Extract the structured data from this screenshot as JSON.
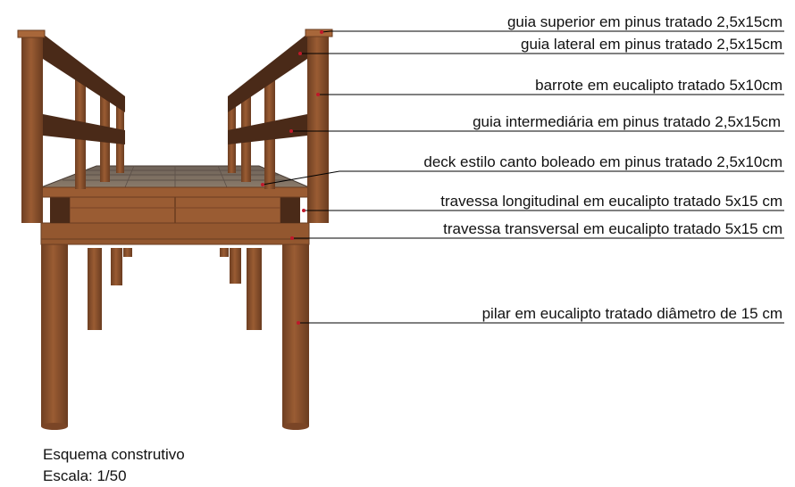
{
  "labels": [
    "guia superior em pinus tratado 2,5x15cm",
    "guia lateral em pinus tratado 2,5x15cm",
    "barrote em eucalipto tratado 5x10cm",
    "guia intermediária em pinus tratado 2,5x15cm",
    "deck estilo canto boleado em pinus tratado 2,5x10cm",
    "travessa longitudinal em eucalipto tratado 5x15 cm",
    "travessa transversal em eucalipto tratado 5x15 cm",
    "pilar em eucalipto tratado diâmetro de 15 cm"
  ],
  "caption": {
    "title": "Esquema construtivo",
    "scale": "Escala: 1/50"
  },
  "colors": {
    "wood_light": "#9a5c33",
    "wood_mid": "#86502c",
    "wood_dark": "#4a2a18",
    "deck": "#7a6a5c",
    "leader_line": "#000000",
    "leader_dot": "#c0182a"
  }
}
